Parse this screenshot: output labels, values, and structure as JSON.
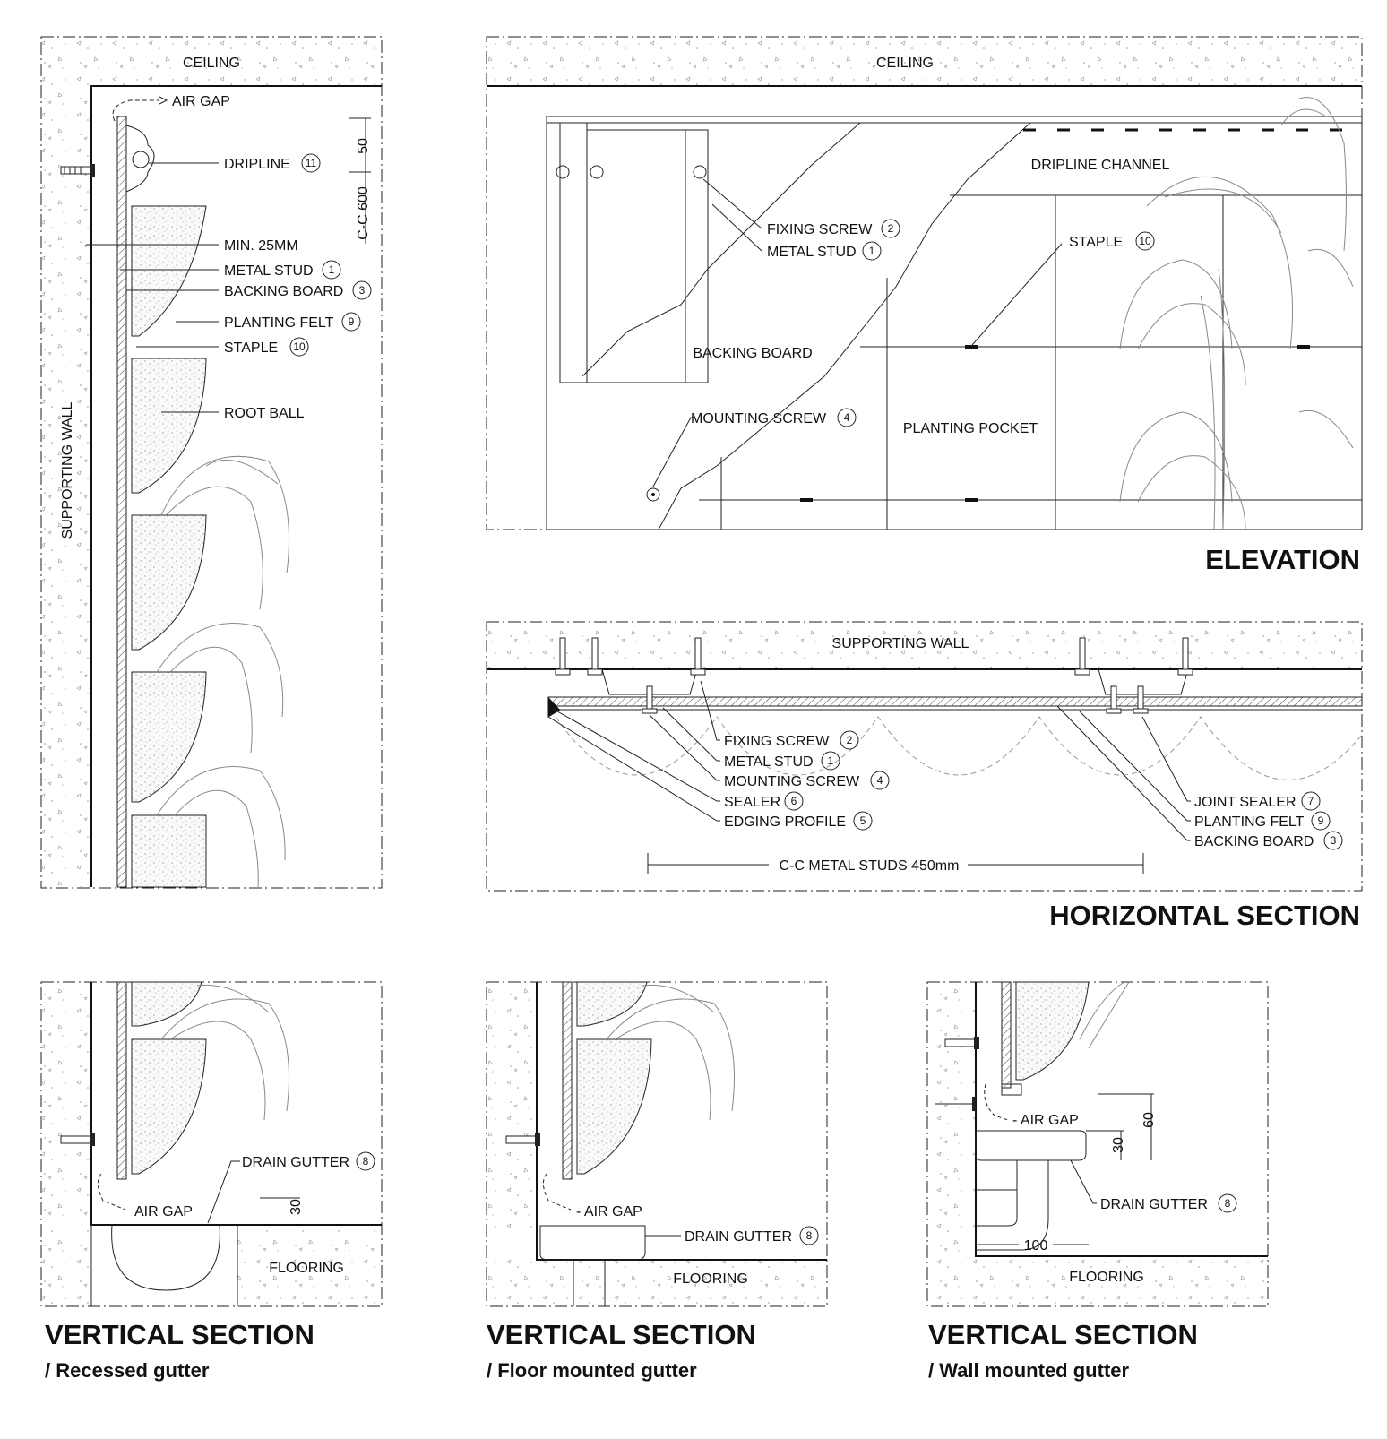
{
  "vertical_main": {
    "ceiling": "CEILING",
    "air_gap": "AIR GAP",
    "dripline": "DRIPLINE",
    "dripline_num": "11",
    "min_25": "MIN. 25MM",
    "metal_stud": "METAL STUD",
    "metal_stud_num": "1",
    "backing_board": "BACKING BOARD",
    "backing_board_num": "3",
    "planting_felt": "PLANTING FELT",
    "planting_felt_num": "9",
    "staple": "STAPLE",
    "staple_num": "10",
    "root_ball": "ROOT BALL",
    "supporting_wall": "SUPPORTING WALL",
    "dim_50": "50",
    "dim_cc600": "C-C 600"
  },
  "elevation": {
    "title": "ELEVATION",
    "ceiling": "CEILING",
    "dripline_channel": "DRIPLINE CHANNEL",
    "fixing_screw": "FIXING SCREW",
    "fixing_screw_num": "2",
    "metal_stud": "METAL STUD",
    "metal_stud_num": "1",
    "staple": "STAPLE",
    "staple_num": "10",
    "backing_board": "BACKING BOARD",
    "mounting_screw": "MOUNTING SCREW",
    "mounting_screw_num": "4",
    "planting_pocket": "PLANTING POCKET"
  },
  "horizontal": {
    "title": "HORIZONTAL SECTION",
    "supporting_wall": "SUPPORTING WALL",
    "fixing_screw": "FIXING SCREW",
    "fixing_screw_num": "2",
    "metal_stud": "METAL STUD",
    "metal_stud_num": "1",
    "mounting_screw": "MOUNTING SCREW",
    "mounting_screw_num": "4",
    "sealer": "SEALER",
    "sealer_num": "6",
    "edging_profile": "EDGING PROFILE",
    "edging_profile_num": "5",
    "joint_sealer": "JOINT SEALER",
    "joint_sealer_num": "7",
    "planting_felt": "PLANTING FELT",
    "planting_felt_num": "9",
    "backing_board": "BACKING BOARD",
    "backing_board_num": "3",
    "cc_studs": "C-C METAL STUDS 450mm"
  },
  "recessed": {
    "title": "VERTICAL SECTION",
    "subtitle": "/ Recessed gutter",
    "drain_gutter": "DRAIN GUTTER",
    "drain_gutter_num": "8",
    "air_gap": "AIR GAP",
    "flooring": "FLOORING",
    "dim_30": "30"
  },
  "floor_mounted": {
    "title": "VERTICAL SECTION",
    "subtitle": "/ Floor mounted gutter",
    "air_gap": "- AIR GAP",
    "drain_gutter": "DRAIN GUTTER",
    "drain_gutter_num": "8",
    "flooring": "FLOORING"
  },
  "wall_mounted": {
    "title": "VERTICAL SECTION",
    "subtitle": "/ Wall mounted gutter",
    "air_gap": "- AIR GAP",
    "drain_gutter": "DRAIN GUTTER",
    "drain_gutter_num": "8",
    "flooring": "FLOORING",
    "dim_60": "60",
    "dim_30": "30",
    "dim_100": "100"
  }
}
